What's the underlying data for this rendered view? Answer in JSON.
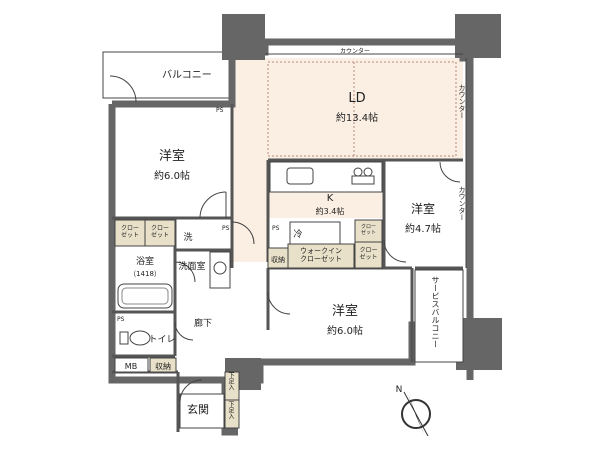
{
  "colors": {
    "wall": "#666666",
    "wall_dark": "#555555",
    "room_fill": "#ffffff",
    "ldk_fill": "#fbefe3",
    "counter_fill": "#ece2cf",
    "storage_fill": "#e8e0c8",
    "balcony_fill": "#ffffff",
    "line": "#444444",
    "text": "#222222"
  },
  "labels": {
    "balcony": "バルコニー",
    "counter_top": "カウンター",
    "counter_right1": "カウンター",
    "counter_right2": "カウンター",
    "ps": "PS",
    "ps2": "PS",
    "ps3": "PS",
    "ps4": "PS"
  },
  "rooms": {
    "ld": {
      "name": "LD",
      "size": "約13.4帖"
    },
    "kitchen": {
      "name": "K",
      "size": "約3.4帖"
    },
    "western1": {
      "name": "洋室",
      "size": "約6.0帖"
    },
    "western2": {
      "name": "洋室",
      "size": "約4.7帖"
    },
    "western3": {
      "name": "洋室",
      "size": "約6.0帖"
    },
    "closet1": "クロー\nゼット",
    "closet2": "クロー\nゼット",
    "closet3": "クロー\nゼット",
    "closet4": "クロー\nゼット",
    "wash": "洗",
    "washroom": "洗面室",
    "bath": "浴室",
    "bath_size": "（1418）",
    "fridge": "冷",
    "storage1": "収納",
    "storage2": "収納",
    "walkin": "ウォークイン\nクローゼット",
    "hallway": "廊下",
    "toilet": "トイレ",
    "mb": "MB",
    "entrance": "玄関",
    "shoe1": "下足入",
    "shoe2": "下足入",
    "service_balcony": "サービスバルコニー"
  },
  "compass": {
    "label": "N"
  }
}
